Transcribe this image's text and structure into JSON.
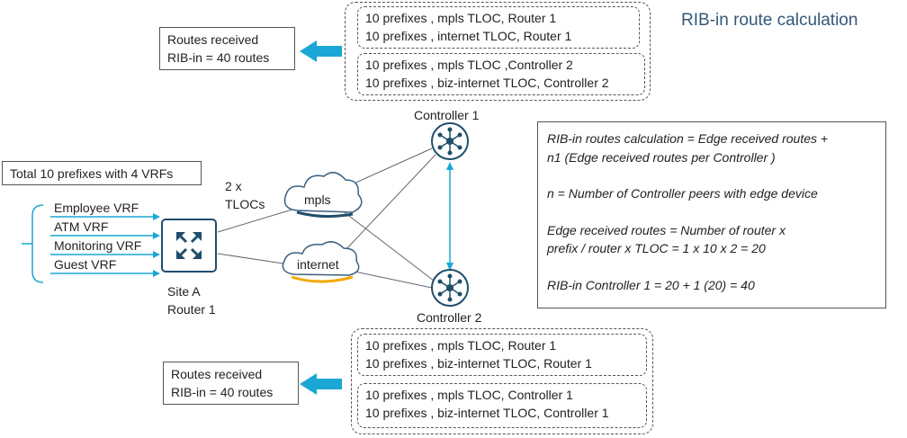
{
  "title": "RIB-in route calculation",
  "top_summary": {
    "line1": "Routes received",
    "line2": "RIB-in = 40 routes"
  },
  "bottom_summary": {
    "line1": "Routes received",
    "line2": "RIB-in = 40 routes"
  },
  "top_group": {
    "block1": [
      "10 prefixes , mpls TLOC, Router  1",
      "10 prefixes , internet TLOC, Router  1"
    ],
    "block2": [
      "10 prefixes , mpls TLOC ,Controller 2",
      "10 prefixes , biz-internet TLOC, Controller 2"
    ]
  },
  "bottom_group": {
    "block1": [
      "10 prefixes , mpls TLOC, Router 1",
      "10 prefixes , biz-internet TLOC, Router 1"
    ],
    "block2": [
      "10 prefixes , mpls TLOC, Controller 1",
      "10 prefixes , biz-internet TLOC, Controller 1"
    ]
  },
  "controller1_label": "Controller 1",
  "controller2_label": "Controller 2",
  "total_prefixes": "Total 10 prefixes with 4 VRFs",
  "vrfs": [
    "Employee VRF",
    "ATM VRF",
    "Monitoring  VRF",
    "Guest VRF"
  ],
  "tlocs_label": [
    "2 x",
    "TLOCs"
  ],
  "router_label": [
    "Site A",
    "Router  1"
  ],
  "clouds": {
    "mpls": "mpls",
    "internet": "internet"
  },
  "calc": [
    "RIB-in routes calculation = Edge received routes +",
    "n1 (Edge received routes per Controller )",
    "",
    "n = Number of Controller  peers with edge device",
    "",
    "Edge received routes = Number of router  x",
    "prefix / router  x  TLOC = 1 x 10 x 2 = 20",
    "",
    "RIB-in Controller 1  = 20 + 1 (20) = 40"
  ],
  "colors": {
    "arrow": "#1aa7d6",
    "title": "#35587a",
    "icon": "#1f4e6b",
    "cloud_underline": "#f2a900"
  }
}
